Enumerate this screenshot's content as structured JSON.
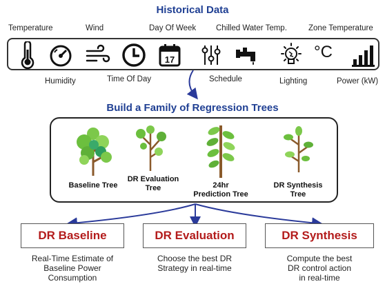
{
  "historical_title": "Historical Data",
  "top_labels": [
    "Temperature",
    "Wind",
    "Day Of Week",
    "Chilled Water Temp.",
    "Zone Temperature"
  ],
  "bottom_labels": [
    "Humidity",
    "Time Of Day",
    "Schedule",
    "Lighting",
    "Power (kW)"
  ],
  "calendar_day": "17",
  "celsius_symbol": "°C",
  "regression_title": "Build a Family of Regression Trees",
  "trees": [
    {
      "label": "Baseline Tree"
    },
    {
      "label": "DR Evaluation Tree"
    },
    {
      "label": "24hr Prediction Tree"
    },
    {
      "label": "DR Synthesis Tree"
    }
  ],
  "outputs": [
    {
      "title": "DR Baseline",
      "desc_lines": [
        "Real-Time Estimate of",
        "Baseline Power",
        "Consumption"
      ]
    },
    {
      "title": "DR Evaluation",
      "desc_lines": [
        "Choose the best DR",
        "Strategy in real-time"
      ]
    },
    {
      "title": "DR Synthesis",
      "desc_lines": [
        "Compute the best",
        "DR control action",
        "in real-time"
      ]
    }
  ],
  "colors": {
    "title_blue": "#1f3f93",
    "dr_red": "#b31b1b",
    "arrow_blue": "#2a3a9a",
    "leaf_green": "#6cbf3e",
    "trunk_brown": "#8a5a2b"
  }
}
